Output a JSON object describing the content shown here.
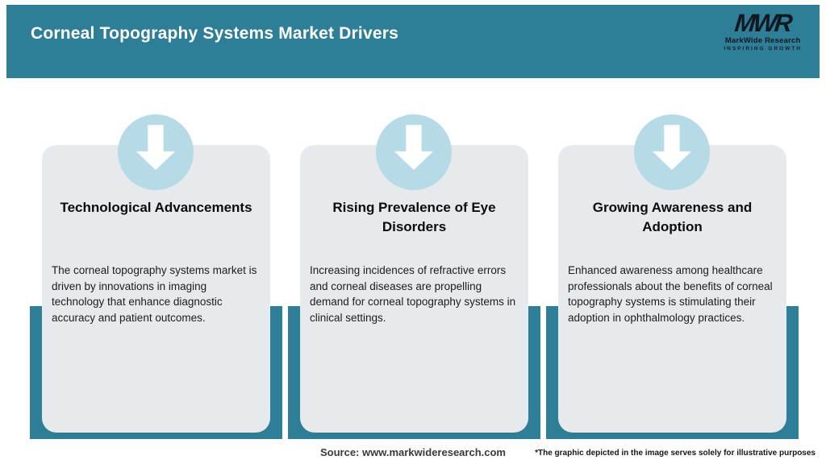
{
  "header": {
    "title": "Corneal Topography Systems Market Drivers",
    "logo": {
      "monogram": "MWR",
      "name": "MarkWide Research",
      "tagline": "INSPIRING GROWTH"
    }
  },
  "cards": [
    {
      "icon": "down-arrow-icon",
      "title": "Technological Advancements",
      "body": "The corneal topography systems market is driven by innovations in imaging technology that enhance diagnostic accuracy and patient outcomes."
    },
    {
      "icon": "down-arrow-icon",
      "title": "Rising Prevalence of Eye Disorders",
      "body": "Increasing incidences of refractive errors and corneal diseases are propelling demand for corneal topography systems in clinical settings."
    },
    {
      "icon": "down-arrow-icon",
      "title": "Growing Awareness and Adoption",
      "body": "Enhanced awareness among healthcare professionals about the benefits of corneal topography systems is stimulating their adoption in ophthalmology practices."
    }
  ],
  "footer": {
    "source": "Source: www.markwideresearch.com",
    "disclaimer": "*The graphic depicted in the image serves solely for illustrative purposes"
  },
  "colors": {
    "teal": "#2f7e98",
    "circle_blue": "#b7dbe6",
    "card_gray": "#e7eaec",
    "title_text": "#ffffff",
    "body_text": "#1c1c1c",
    "logo_dark": "#101820"
  }
}
